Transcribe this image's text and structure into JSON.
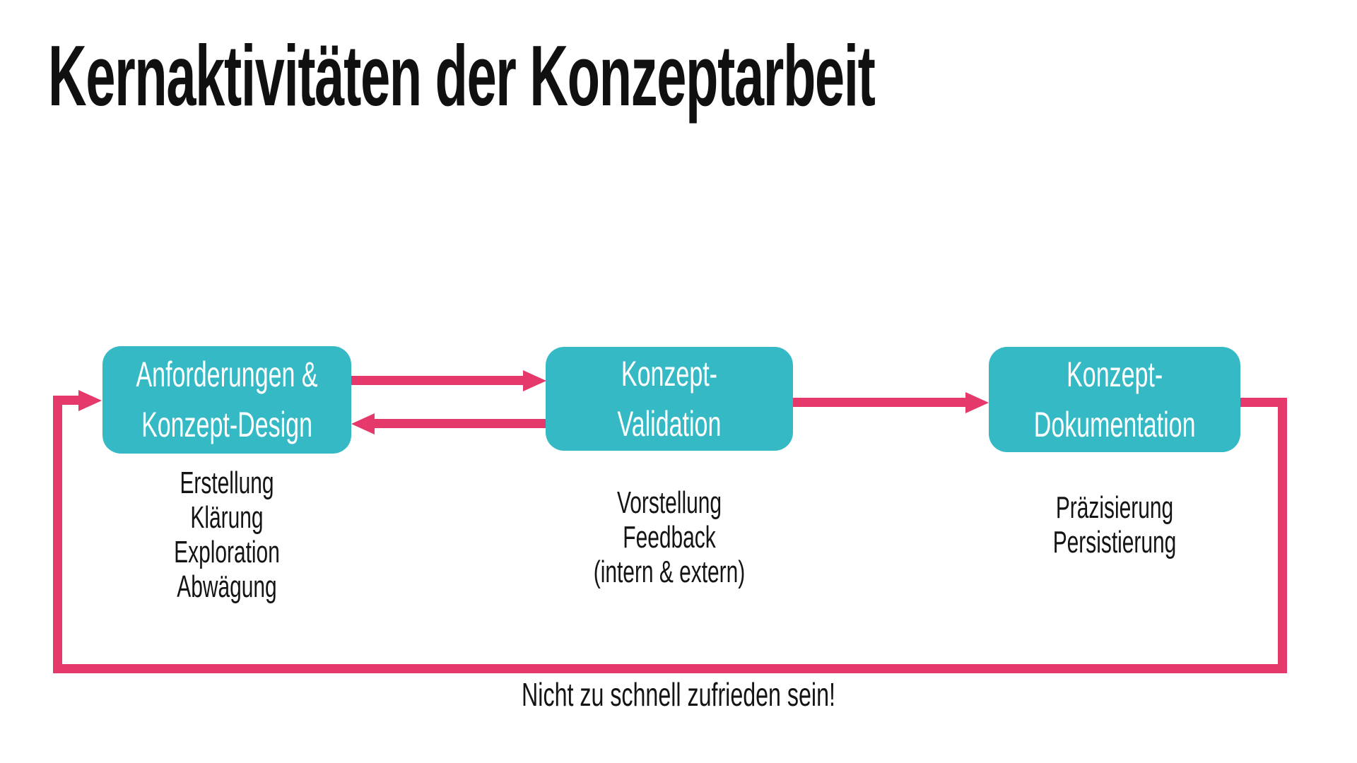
{
  "title": "Kernaktivitäten der Konzeptarbeit",
  "colors": {
    "accent_pink": "#e5396b",
    "box_teal": "#35b9c5",
    "text_black": "#141414",
    "background": "#ffffff"
  },
  "boxes": [
    {
      "label_line1": "Anforderungen &",
      "label_line2": "Konzept-Design",
      "activities": [
        "Erstellung",
        "Klärung",
        "Exploration",
        "Abwägung"
      ]
    },
    {
      "label_line1": "Konzept-",
      "label_line2": "Validation",
      "activities": [
        "Vorstellung",
        "Feedback",
        "(intern & extern)"
      ]
    },
    {
      "label_line1": "Konzept-",
      "label_line2": "Dokumentation",
      "activities": [
        "Präzisierung",
        "Persistierung"
      ]
    }
  ],
  "footer_note": "Nicht zu schnell zufrieden sein!"
}
